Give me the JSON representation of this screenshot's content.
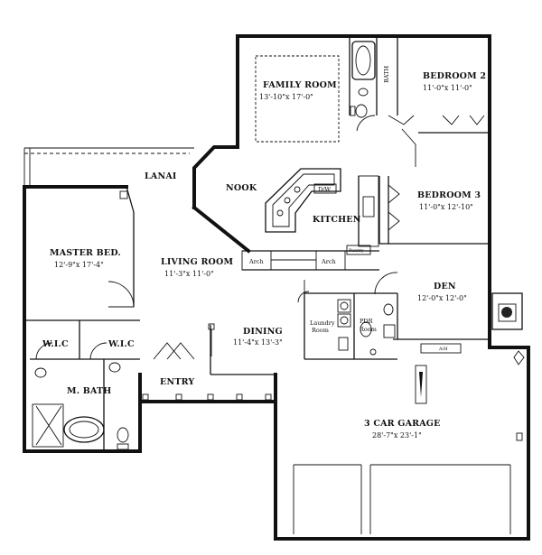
{
  "rooms": {
    "family_room": {
      "name": "FAMILY ROOM",
      "dims": "13'-10\"x 17'-0\""
    },
    "bath": {
      "name": "BATH"
    },
    "bedroom2": {
      "name": "BEDROOM 2",
      "dims": "11'-0\"x 11'-0\""
    },
    "lanai": {
      "name": "LANAI"
    },
    "nook": {
      "name": "NOOK"
    },
    "kitchen": {
      "name": "KITCHEN"
    },
    "dw": {
      "name": "D/W"
    },
    "bedroom3": {
      "name": "BEDROOM 3",
      "dims": "11'-0\"x 12'-10\""
    },
    "master_bed": {
      "name": "MASTER BED.",
      "dims": "12'-9\"x 17'-4\""
    },
    "living_room": {
      "name": "LIVING ROOM",
      "dims": "11'-3\"x 11'-0\""
    },
    "arch_left": {
      "name": "Arch"
    },
    "arch_right": {
      "name": "Arch"
    },
    "pantry": {
      "name": "Pantry"
    },
    "den": {
      "name": "DEN",
      "dims": "12'-0\"x 12'-0\""
    },
    "laundry": {
      "line1": "Laundry",
      "line2": "Room"
    },
    "pdr": {
      "line1": "PDR",
      "line2": "Room"
    },
    "wic_left": {
      "name": "W.I.C"
    },
    "wic_right": {
      "name": "W.I.C"
    },
    "dining": {
      "name": "DINING",
      "dims": "11'-4\"x 13'-3\""
    },
    "entry": {
      "name": "ENTRY"
    },
    "m_bath": {
      "name": "M. BATH"
    },
    "garage": {
      "name": "3 CAR GARAGE",
      "dims": "28'-7\"x 23'-1\""
    },
    "ah": {
      "name": "A/H"
    }
  }
}
